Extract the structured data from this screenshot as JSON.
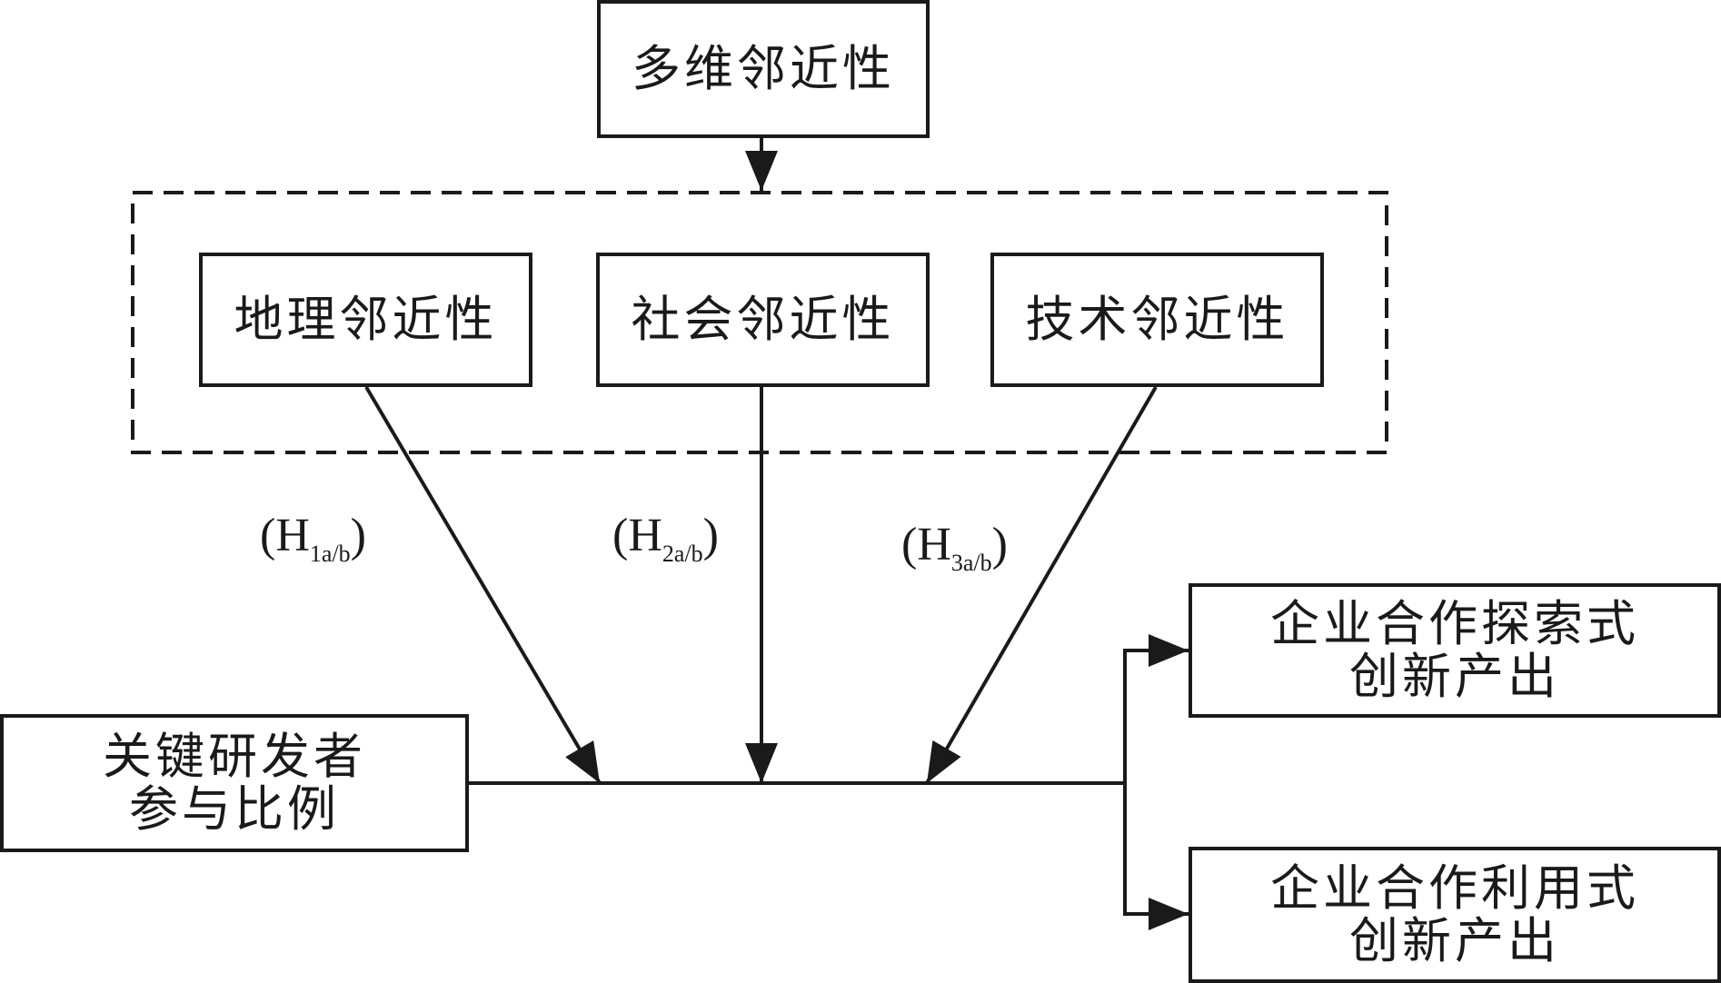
{
  "nodes": {
    "top": {
      "label": "多维邻近性"
    },
    "geo": {
      "label": "地理邻近性"
    },
    "social": {
      "label": "社会邻近性"
    },
    "tech": {
      "label": "技术邻近性"
    },
    "input": {
      "line1": "关键研发者",
      "line2": "参与比例"
    },
    "out1": {
      "line1": "企业合作探索式",
      "line2": "创新产出"
    },
    "out2": {
      "line1": "企业合作利用式",
      "line2": "创新产出"
    }
  },
  "hypotheses": {
    "h1": {
      "open": "(H",
      "sub": "1a/b",
      "close": ")"
    },
    "h2": {
      "open": "(H",
      "sub": "2a/b",
      "close": ")"
    },
    "h3": {
      "open": "(H",
      "sub": "3a/b",
      "close": ")"
    }
  },
  "colors": {
    "stroke": "#1a1a1a",
    "background": "#ffffff"
  }
}
